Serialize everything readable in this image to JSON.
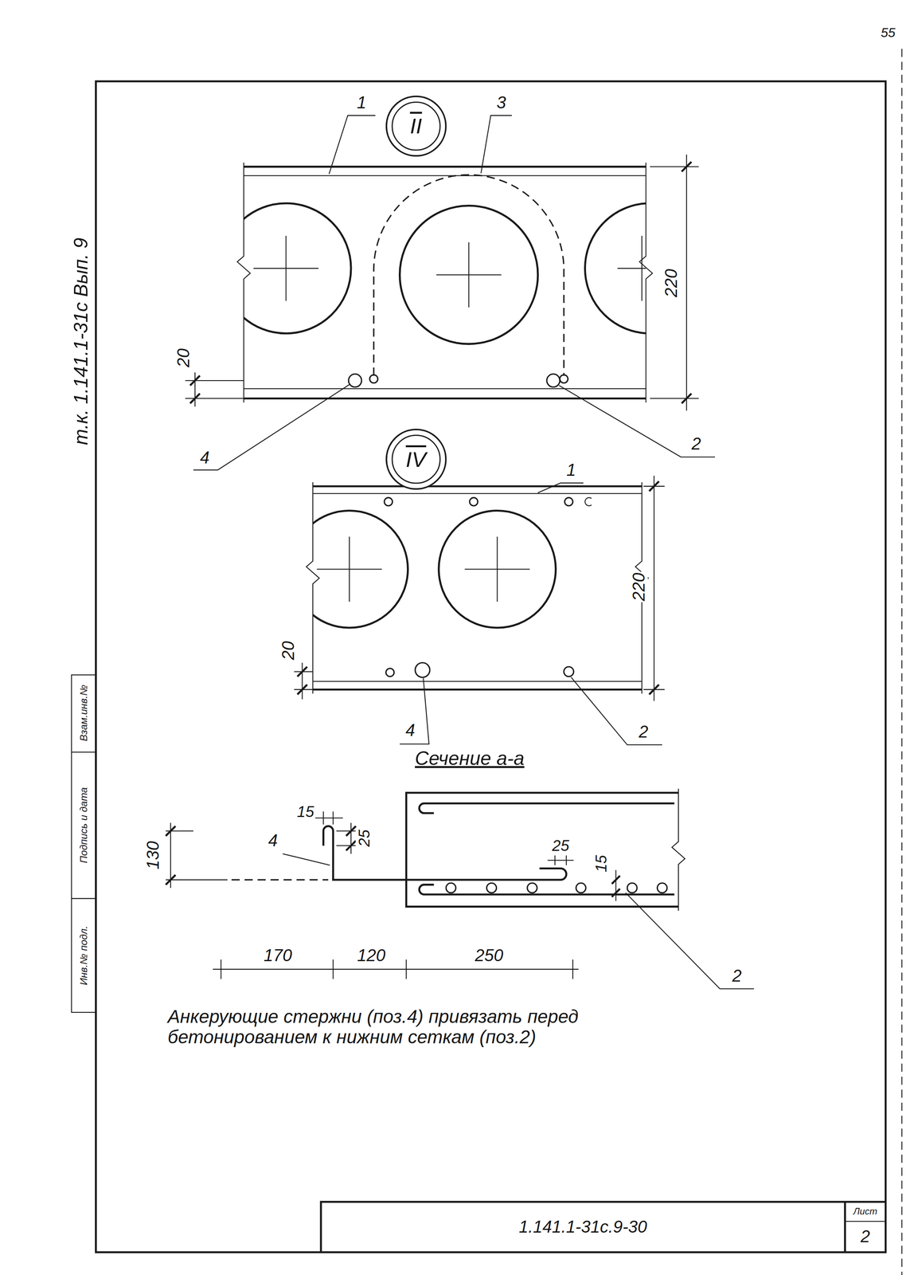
{
  "diagram": {
    "nodes": [
      {
        "text": [
          "II"
        ]
      },
      {
        "text": [
          "IV"
        ]
      },
      {
        "text": [
          "1.141.1-31с.9-30"
        ]
      },
      {
        "text": [
          "Лист",
          "2"
        ]
      }
    ],
    "labels": [
      "т.к. 1.141.1-31с Вып. 9",
      "55",
      "1",
      "3",
      "220",
      "20",
      "4",
      "2",
      "1",
      "220",
      "20",
      "4",
      "2",
      "Сечение а-а",
      "4",
      "15",
      "25",
      "130",
      "25",
      "15",
      "2",
      "170",
      "120",
      "250",
      "Анкерующие стержни (поз.4) привязать перед бетонированием к нижним сеткам (поз.2)",
      "Взам.инв.№",
      "Подпись и дата",
      "Инв.№ подл."
    ]
  }
}
